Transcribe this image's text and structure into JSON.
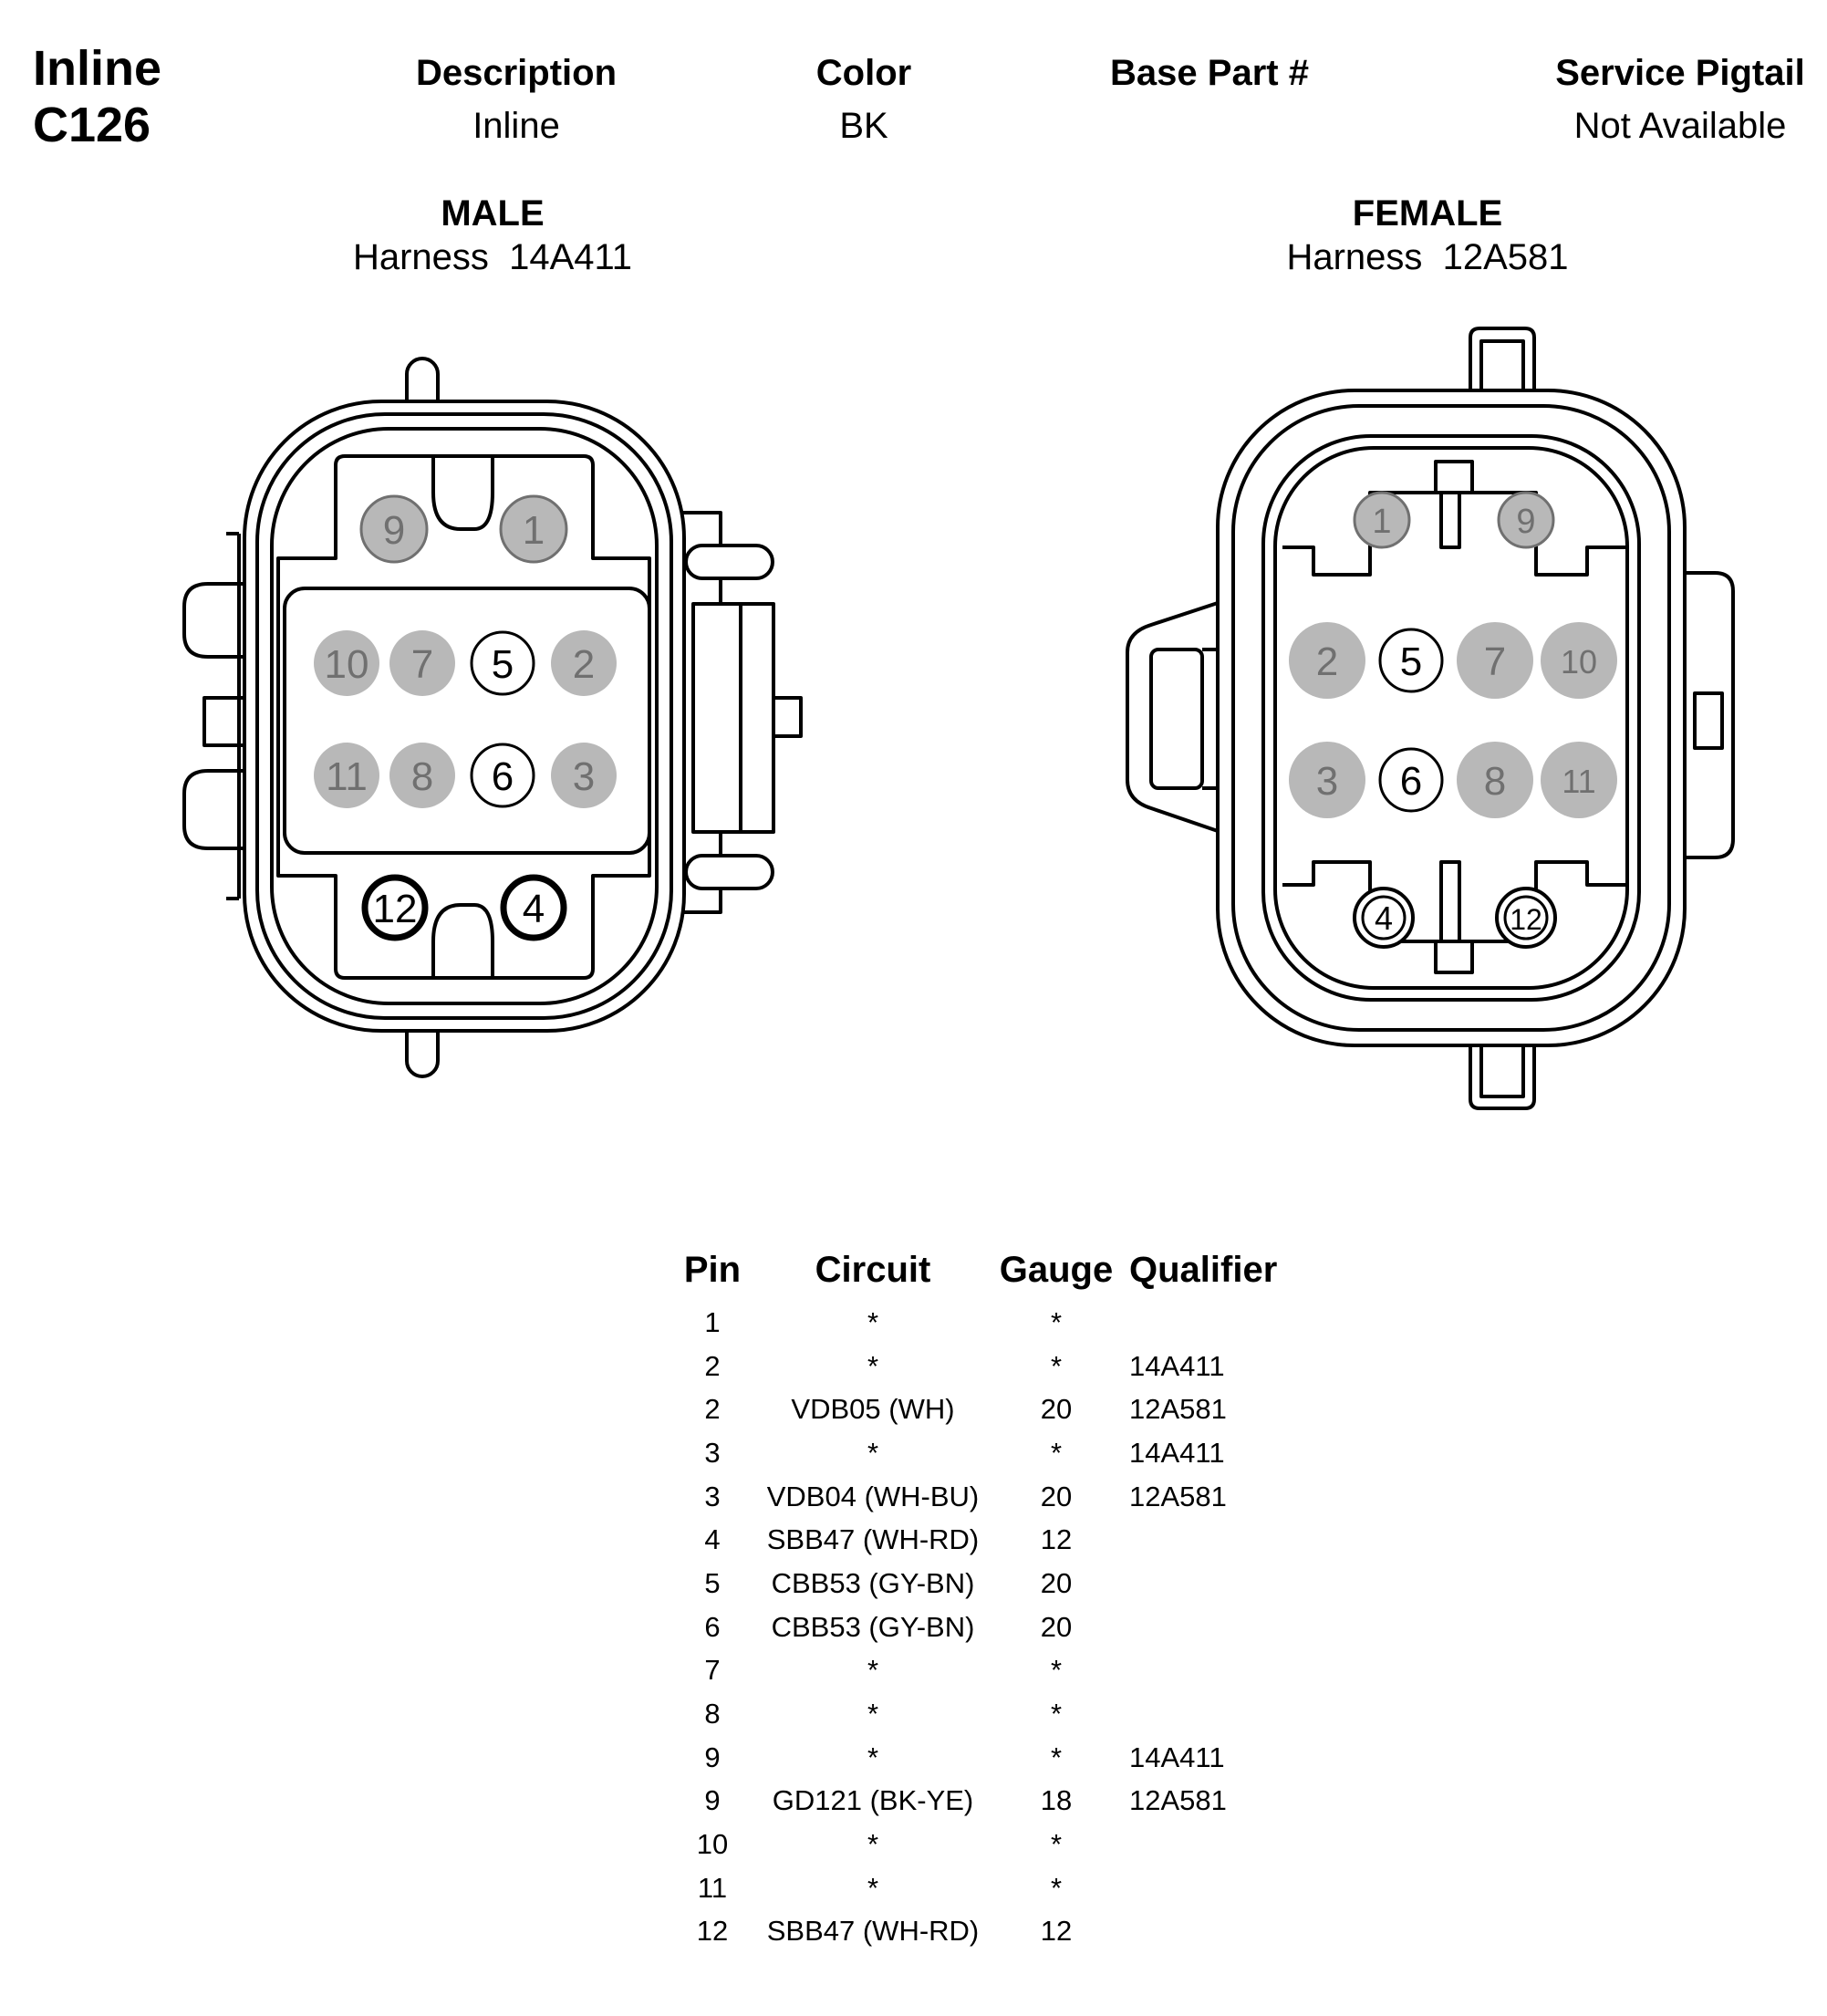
{
  "connector": {
    "title_line1": "Inline",
    "title_line2": "C126"
  },
  "header": {
    "description_label": "Description",
    "description_value": "Inline",
    "color_label": "Color",
    "color_value": "BK",
    "base_part_label": "Base Part #",
    "base_part_value": "",
    "service_pigtail_label": "Service Pigtail",
    "service_pigtail_value": "Not Available"
  },
  "male": {
    "label": "MALE",
    "harness": "Harness  14A411",
    "pins": [
      {
        "n": "9",
        "fill": "gray"
      },
      {
        "n": "1",
        "fill": "gray"
      },
      {
        "n": "10",
        "fill": "gray"
      },
      {
        "n": "7",
        "fill": "gray"
      },
      {
        "n": "5",
        "fill": "white"
      },
      {
        "n": "2",
        "fill": "gray"
      },
      {
        "n": "11",
        "fill": "gray"
      },
      {
        "n": "8",
        "fill": "gray"
      },
      {
        "n": "6",
        "fill": "white"
      },
      {
        "n": "3",
        "fill": "gray"
      },
      {
        "n": "12",
        "fill": "ring"
      },
      {
        "n": "4",
        "fill": "ring"
      }
    ]
  },
  "female": {
    "label": "FEMALE",
    "harness": "Harness  12A581",
    "pins": [
      {
        "n": "1",
        "fill": "gray"
      },
      {
        "n": "9",
        "fill": "gray"
      },
      {
        "n": "2",
        "fill": "gray"
      },
      {
        "n": "5",
        "fill": "white"
      },
      {
        "n": "7",
        "fill": "gray"
      },
      {
        "n": "10",
        "fill": "gray"
      },
      {
        "n": "3",
        "fill": "gray"
      },
      {
        "n": "6",
        "fill": "white"
      },
      {
        "n": "8",
        "fill": "gray"
      },
      {
        "n": "11",
        "fill": "gray"
      },
      {
        "n": "4",
        "fill": "ring"
      },
      {
        "n": "12",
        "fill": "ring"
      }
    ]
  },
  "colors": {
    "pin_gray": "#b8b8b8",
    "pin_gray_text": "#707070",
    "outline": "#000000"
  },
  "pin_table": {
    "headers": [
      "Pin",
      "Circuit",
      "Gauge",
      "Qualifier"
    ],
    "rows": [
      [
        "1",
        "*",
        "*",
        ""
      ],
      [
        "2",
        "*",
        "*",
        "14A411"
      ],
      [
        "2",
        "VDB05 (WH)",
        "20",
        "12A581"
      ],
      [
        "3",
        "*",
        "*",
        "14A411"
      ],
      [
        "3",
        "VDB04 (WH-BU)",
        "20",
        "12A581"
      ],
      [
        "4",
        "SBB47 (WH-RD)",
        "12",
        ""
      ],
      [
        "5",
        "CBB53 (GY-BN)",
        "20",
        ""
      ],
      [
        "6",
        "CBB53 (GY-BN)",
        "20",
        ""
      ],
      [
        "7",
        "*",
        "*",
        ""
      ],
      [
        "8",
        "*",
        "*",
        ""
      ],
      [
        "9",
        "*",
        "*",
        "14A411"
      ],
      [
        "9",
        "GD121 (BK-YE)",
        "18",
        "12A581"
      ],
      [
        "10",
        "*",
        "*",
        ""
      ],
      [
        "11",
        "*",
        "*",
        ""
      ],
      [
        "12",
        "SBB47 (WH-RD)",
        "12",
        ""
      ]
    ]
  }
}
